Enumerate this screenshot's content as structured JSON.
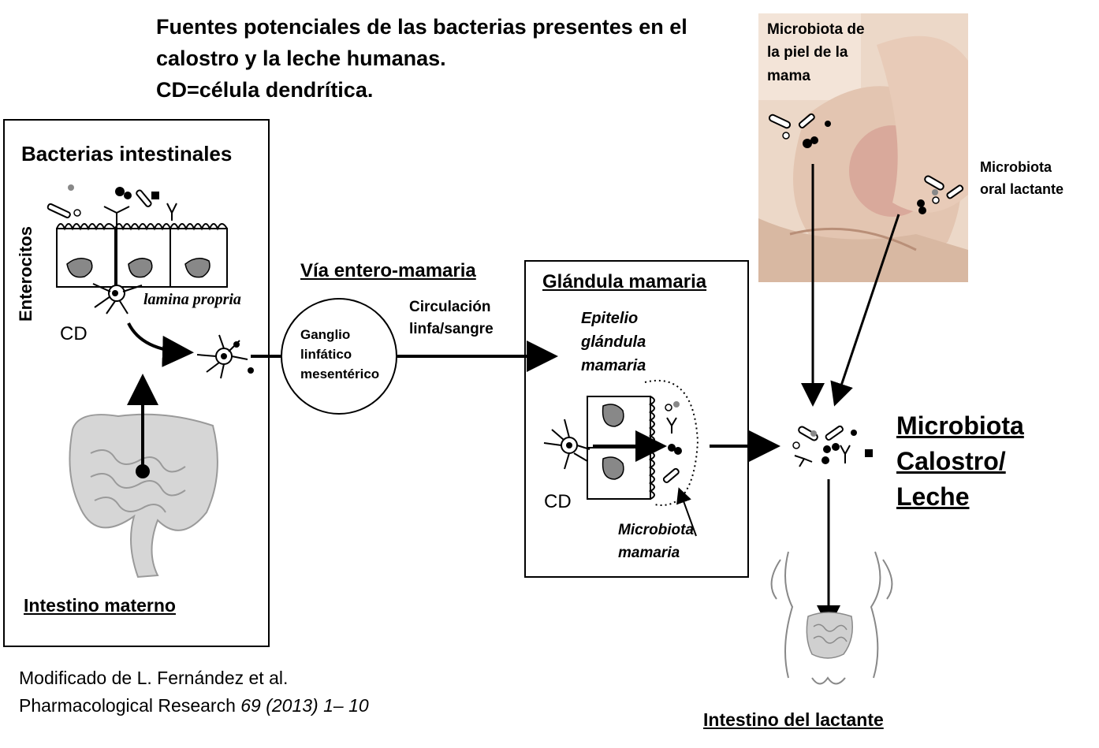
{
  "title": "Fuentes potenciales de las bacterias presentes en el\ncalostro y la leche humanas.\nCD=célula dendrítica.",
  "intestine_box": {
    "heading": "Bacterias intestinales",
    "enterocitos": "Enterocitos",
    "lamina_propria": "lamina propria",
    "cd": "CD",
    "footer": "Intestino materno"
  },
  "pathway": {
    "heading": "Vía entero-mamaria",
    "circulation_line1": "Circulación",
    "circulation_line2": "linfa/sangre",
    "node_line1": "Ganglio",
    "node_line2": "linfático",
    "node_line3": "mesentérico"
  },
  "gland_box": {
    "heading": "Glándula mamaria",
    "epitelio_line1": "Epitelio",
    "epitelio_line2": "glándula",
    "epitelio_line3": "mamaria",
    "cd": "CD",
    "microbiota_line1": "Microbiota",
    "microbiota_line2": "mamaria"
  },
  "photo": {
    "skin_line1": "Microbiota de",
    "skin_line2": "la piel de la",
    "skin_line3": "mama",
    "oral_line1": "Microbiota",
    "oral_line2": "oral lactante"
  },
  "result": {
    "line1": "Microbiota",
    "line2": "Calostro/",
    "line3": "Leche",
    "infant_label": "Intestino del lactante"
  },
  "citation": {
    "line1": "Modificado de L. Fernández et al.",
    "line2_plain": "Pharmacological Research ",
    "line2_italic": "69 (2013) 1– 10"
  },
  "colors": {
    "photo_skin": "#e9d2c0",
    "photo_dark": "#c49a84",
    "cell_nucleus": "#888888"
  }
}
